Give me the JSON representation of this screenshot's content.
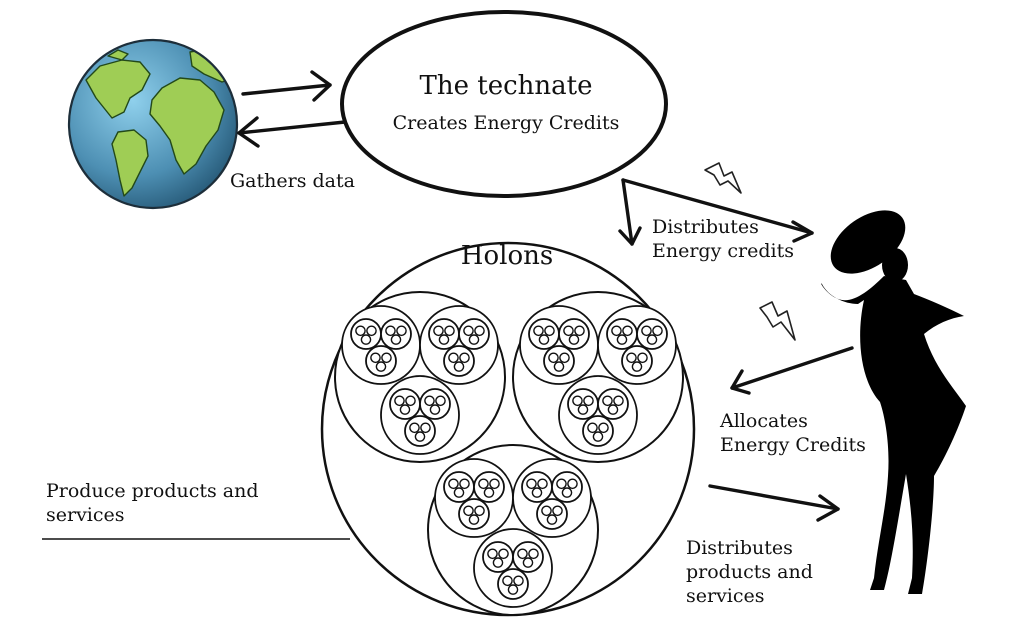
{
  "technate": {
    "title": "The technate",
    "subtitle": "Creates Energy Credits"
  },
  "earth": {
    "icon": "globe-icon",
    "label": "Gathers data"
  },
  "holons": {
    "title": "Holons"
  },
  "flows": {
    "distributes_credits": [
      "Distributes",
      "Energy credits"
    ],
    "allocates_credits": [
      "Allocates",
      "Energy Credits"
    ],
    "produce": [
      "Produce products and",
      "services"
    ],
    "distributes_products": [
      "Distributes",
      "products and",
      "services"
    ]
  },
  "person": {
    "icon": "silhouette-woman-icon"
  },
  "colors": {
    "ocean": "#4d8fb3",
    "land": "#9fcd55",
    "ink": "#111111"
  }
}
